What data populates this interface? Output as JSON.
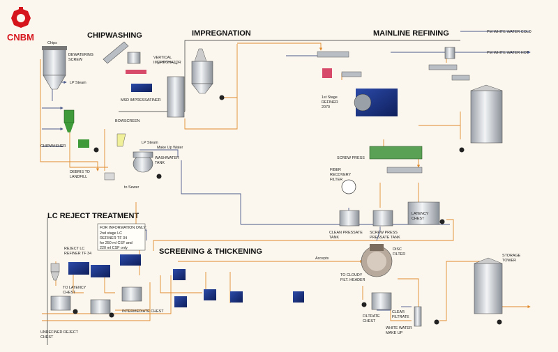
{
  "brand": {
    "name": "CNBM",
    "color": "#d6141c"
  },
  "sections": {
    "chipwashing": "CHIPWASHING",
    "impregnation": "IMPREGNATION",
    "mainline": "MAINLINE REFINING",
    "lc_reject": "LC  REJECT TREATMENT",
    "screening": "SCREENING & THICKENING"
  },
  "labels": {
    "chips": "Chips",
    "dewatering_1": "DEWATERING",
    "dewatering_2": "SCREW",
    "lp_steam_1": "LP Steam",
    "chipwasher": "CHIPWASHER",
    "debris_1": "DEBRIS TO",
    "debris_2": "LANDFILL",
    "bowscreen": "BOWSCREEN",
    "lp_steam_2": "LP Steam",
    "make_up_water": "Make Up Water",
    "washwater_1": "WASHWATER",
    "washwater_2": "TANK",
    "to_sewer": "to Sewer",
    "msd": "MSD  IMPRESSAFINER",
    "vert_1": "VERTICAL",
    "vert_2": "IMPREGNATOR",
    "pm_cold": "PM WHITE WATER  COLD",
    "pm_hot": "PM WHITE WATER  HOT",
    "refiner_1": "1st Stage",
    "refiner_2": "REFINER",
    "refiner_3": "2070",
    "screw_press": "SCREW PRESS",
    "fiber_1": "FIBER",
    "fiber_2": "RECOVERY",
    "fiber_3": "FILTER",
    "clean_1": "CLEAN PRESSATE",
    "clean_2": "TANK",
    "sp_tank_1": "SCREW PRESS",
    "sp_tank_2": "PRESSATE TANK",
    "latency_1": "LATENCY",
    "latency_2": "CHEST",
    "info_1": "FOR INFORMATION ONLY:",
    "info_2": "2nd stage LC",
    "info_3": "REFINER TF 34",
    "info_4": "for 250 ml CSF and",
    "info_5": "220 ml CSF only",
    "reject_1": "REJECT LC",
    "reject_2": "REFINER TF 34",
    "to_latency_1": "TO LATENCY",
    "to_latency_2": "CHEST",
    "intermediate": "INTERMEDIATE CHEST",
    "unrefined_1": "UNREFINED REJECT",
    "unrefined_2": "CHEST",
    "accepts": "Accepts",
    "disc_1": "DISC",
    "disc_2": "FILTER",
    "cloudy_1": "TO CLOUDY",
    "cloudy_2": "FILT. HEADER",
    "clear_1": "CLEAR",
    "clear_2": "FILTRATE",
    "filtrate_1": "FILTRATE",
    "filtrate_2": "CHEST",
    "ww_makeup_1": "WHITE WATER",
    "ww_makeup_2": "MAKE UP",
    "storage_1": "STORAGE",
    "storage_2": "TOWER"
  }
}
